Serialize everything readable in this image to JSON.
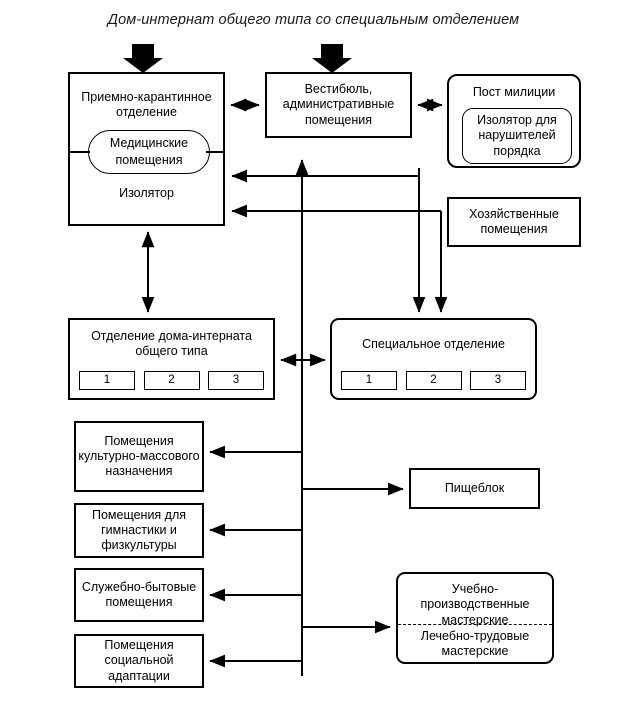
{
  "title": "Дом-интернат общего типа со специальным отделением",
  "nodes": {
    "admission": {
      "title": "Приемно-карантинное отделение",
      "oval": "Медицинские помещения",
      "isolator": "Изолятор"
    },
    "vestibule": {
      "title": "Вестибюль, административные помещения"
    },
    "police": {
      "title": "Пост милиции",
      "inner": "Изолятор для нарушителей порядка"
    },
    "household": {
      "title": "Хозяйственные помещения"
    },
    "general_department": {
      "title": "Отделение дома-интерната общего типа",
      "slots": [
        "1",
        "2",
        "3"
      ]
    },
    "special_department": {
      "title": "Специальное отделение",
      "slots": [
        "1",
        "2",
        "3"
      ]
    },
    "culture": {
      "title": "Помещения культурно-массового назначения"
    },
    "gym": {
      "title": "Помещения для гимнастики и физкультуры"
    },
    "service": {
      "title": "Служебно-бытовые помещения"
    },
    "social": {
      "title": "Помещения социальной адаптации"
    },
    "canteen": {
      "title": "Пищеблок"
    },
    "workshops": {
      "top": "Учебно-производственные мастерские",
      "bottom": "Лечебно-трудовые мастерские"
    }
  },
  "colors": {
    "line": "#000000",
    "background": "#ffffff",
    "text": "#000000"
  },
  "connectors": [
    {
      "name": "entry-arrow-admission",
      "kind": "block-arrow-down"
    },
    {
      "name": "entry-arrow-vestibule",
      "kind": "block-arrow-down"
    },
    {
      "name": "admission-vestibule",
      "kind": "double-arrow-horizontal"
    },
    {
      "name": "vestibule-police",
      "kind": "double-arrow-horizontal"
    },
    {
      "name": "police-admission",
      "kind": "arrow-left"
    },
    {
      "name": "household-admission",
      "kind": "arrow-left"
    },
    {
      "name": "admission-general",
      "kind": "double-arrow-vertical"
    },
    {
      "name": "general-special",
      "kind": "double-arrow-horizontal"
    },
    {
      "name": "trunk-to-vestibule",
      "kind": "arrow-up"
    },
    {
      "name": "trunk-to-culture",
      "kind": "arrow-left"
    },
    {
      "name": "trunk-to-gym",
      "kind": "arrow-left"
    },
    {
      "name": "trunk-to-service",
      "kind": "arrow-left"
    },
    {
      "name": "trunk-to-social",
      "kind": "arrow-left"
    },
    {
      "name": "trunk-to-canteen",
      "kind": "arrow-right"
    },
    {
      "name": "trunk-to-workshops",
      "kind": "arrow-right"
    }
  ]
}
